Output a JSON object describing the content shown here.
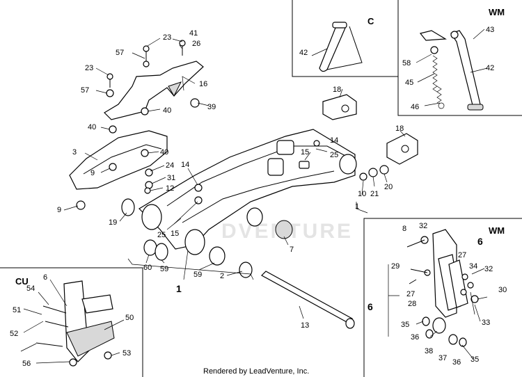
{
  "watermark": "DVENTURE",
  "footer": "Rendered by LeadVenture, Inc.",
  "callouts": {
    "n1": "1",
    "n2": "2",
    "n3": "3",
    "n6": "6",
    "n7": "7",
    "n8": "8",
    "n9": "9",
    "n10": "10",
    "n12": "12",
    "n13": "13",
    "n14": "14",
    "n15": "15",
    "n16": "16",
    "n18": "18",
    "n19": "19",
    "n20": "20",
    "n21": "21",
    "n23": "23",
    "n24": "24",
    "n25": "25",
    "n26": "26",
    "n27": "27",
    "n28": "28",
    "n29": "29",
    "n30": "30",
    "n31": "31",
    "n32": "32",
    "n33": "33",
    "n34": "34",
    "n35": "35",
    "n36": "36",
    "n37": "37",
    "n38": "38",
    "n39": "39",
    "n40": "40",
    "n41": "41",
    "n42": "42",
    "n43": "43",
    "n45": "45",
    "n46": "46",
    "n50": "50",
    "n51": "51",
    "n52": "52",
    "n53": "53",
    "n54": "54",
    "n56": "56",
    "n57": "57",
    "n58": "58",
    "n59": "59",
    "n60": "60"
  },
  "insets": {
    "c_title": "C",
    "wm_top_title": "WM",
    "wm_bottom_title": "WM",
    "cu_title": "CU"
  }
}
